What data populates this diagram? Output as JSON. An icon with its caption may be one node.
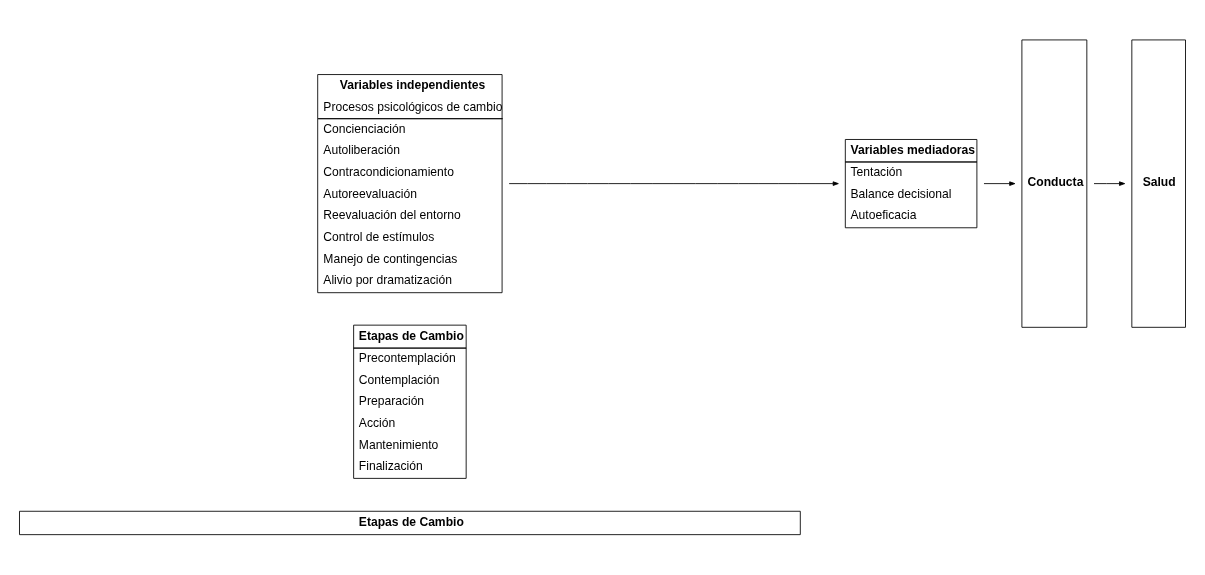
{
  "diagram": {
    "nodes": [
      {
        "text": [
          "Etapas de Cambio",
          "Precontemplación",
          "Contemplación",
          "Preparación",
          "Acción",
          "Mantenimiento",
          "Finalización"
        ]
      },
      {
        "text": [
          "Variables independientes",
          "Procesos psicológicos de cambio",
          "Concienciación",
          "Autoliberación",
          "Contracondicionamiento",
          "Autoreevaluación",
          "Reevaluación del entorno",
          "Control de estímulos",
          "Manejo de contingencias",
          "Alivio por dramatización"
        ]
      },
      {
        "text": [
          "Variables mediadoras",
          "Tentación",
          "Balance decisional",
          "Autoeficacia"
        ]
      },
      {
        "text": [
          "Conducta"
        ]
      },
      {
        "text": [
          "Salud"
        ]
      },
      {
        "text": [
          "Etapas de Cambio"
        ]
      }
    ],
    "edges": [
      {
        "from": 1,
        "to": 2,
        "arrow": "to"
      },
      {
        "from": 2,
        "to": 3,
        "arrow": "to"
      },
      {
        "from": 3,
        "to": 4,
        "arrow": "to"
      }
    ]
  }
}
